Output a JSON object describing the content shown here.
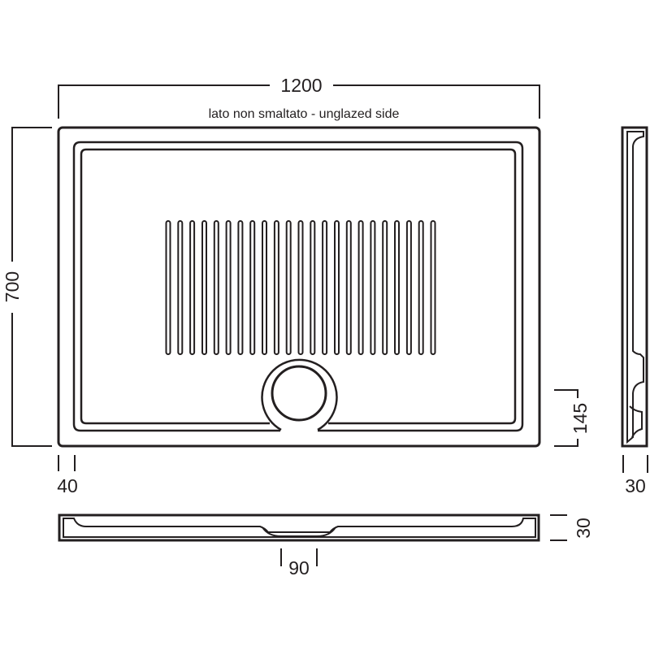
{
  "diagram": {
    "stroke_color": "#231f20",
    "background_color": "#ffffff",
    "dimensions": {
      "width": "1200",
      "height": "700",
      "rim": "40",
      "drain_offset": "145",
      "side_depth": "30",
      "front_depth": "30",
      "drain_width": "90"
    },
    "note": "lato non smaltato - unglazed side",
    "drain_slot_count": 23
  }
}
